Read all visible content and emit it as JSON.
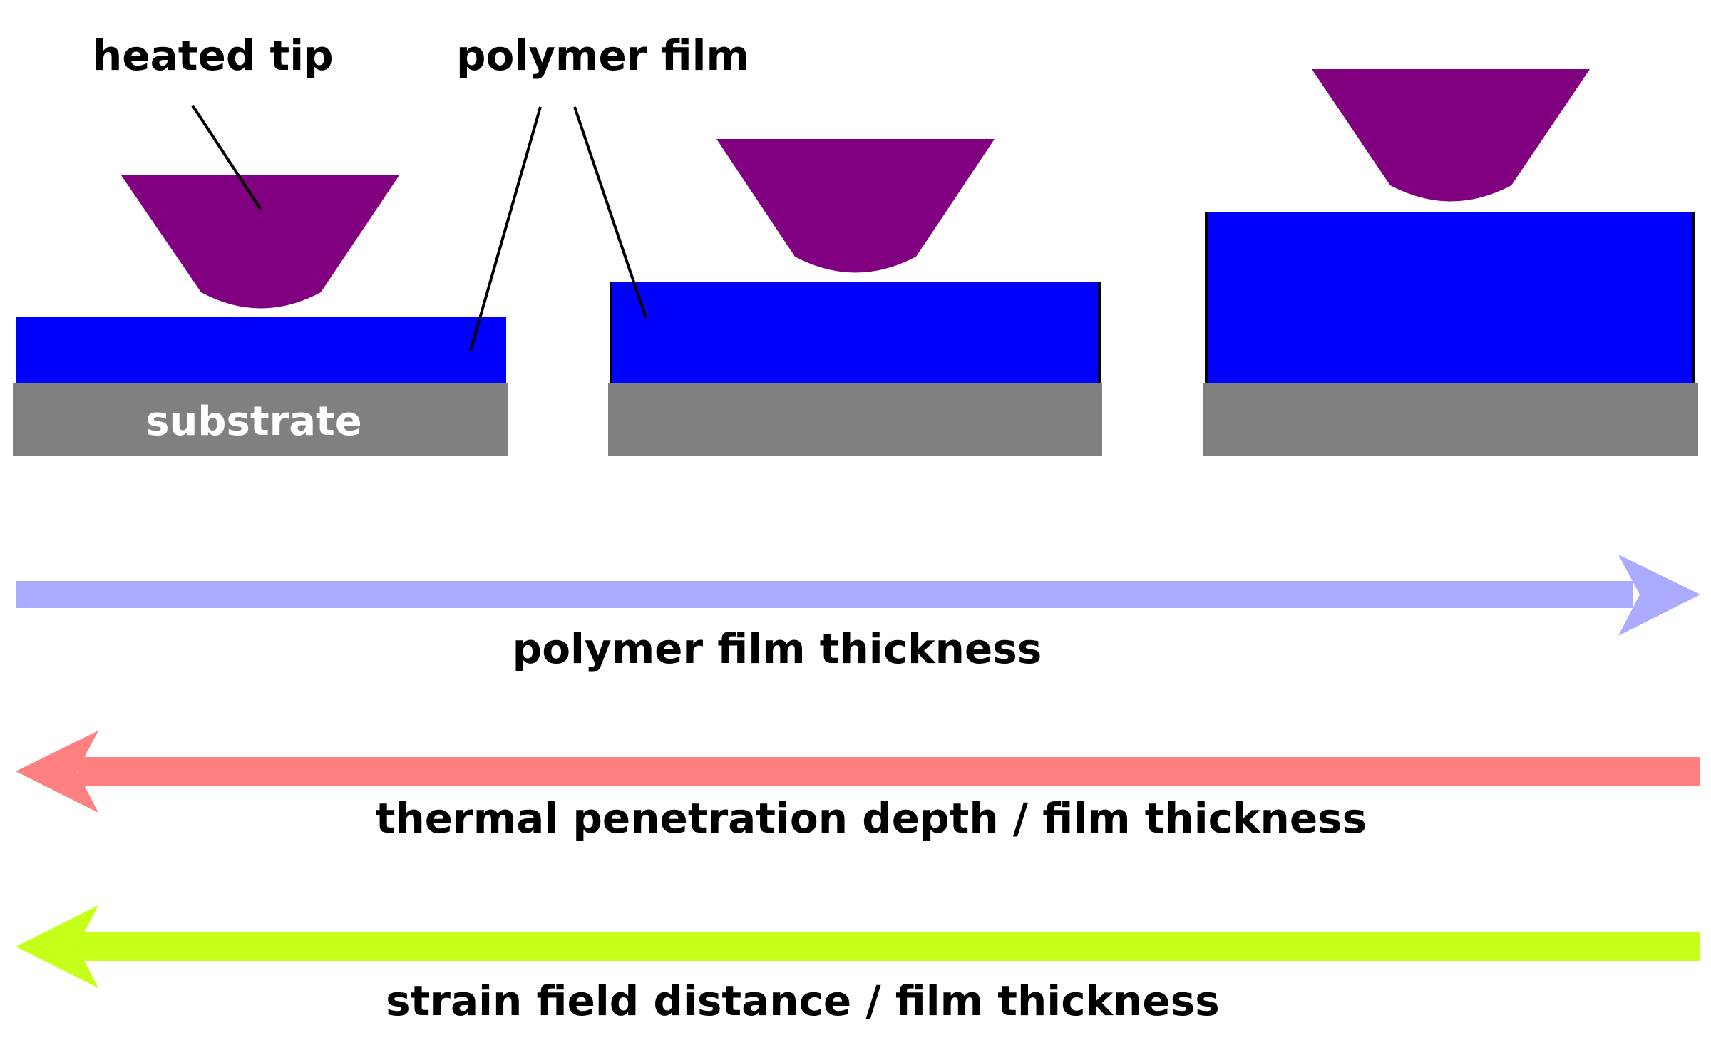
{
  "labels": {
    "heated_tip": "heated tip",
    "polymer_film": "polymer film",
    "substrate": "substrate"
  },
  "arrows": [
    {
      "label": "polymer film thickness",
      "direction": "right",
      "color": "#aaaaff"
    },
    {
      "label": "thermal penetration depth / film thickness",
      "direction": "left",
      "color": "#ff8080"
    },
    {
      "label": "strain field distance / film thickness",
      "direction": "left",
      "color": "#c6ff1a"
    }
  ],
  "colors": {
    "tip": "#800080",
    "film": "#0000ff",
    "substrate": "#808080",
    "hotspot": "#ff6a1a",
    "leader_line": "#000000"
  },
  "icons": {
    "tip": "heated-tip-icon",
    "film": "polymer-film-layer",
    "substrate": "substrate-layer"
  }
}
